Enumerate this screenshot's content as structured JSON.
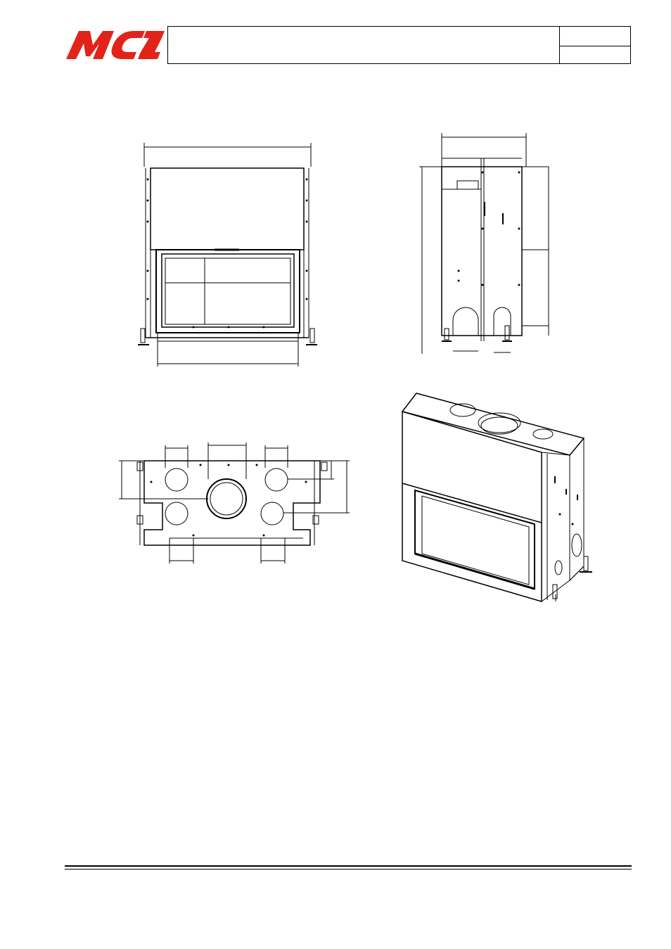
{
  "header": {
    "logo_text": "MCZ",
    "brand_color": "#e2231a",
    "title": "",
    "code_top": "",
    "code_bottom": ""
  },
  "drawings": [
    {
      "view": "front-elevation"
    },
    {
      "view": "side-elevation"
    },
    {
      "view": "top-plan"
    },
    {
      "view": "isometric"
    }
  ]
}
